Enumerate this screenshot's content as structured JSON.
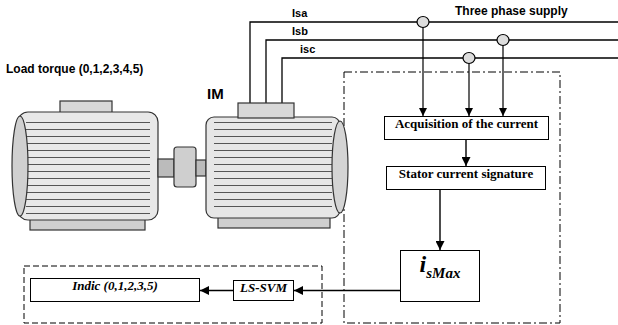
{
  "diagram": {
    "nodes": [
      {
        "text": [
          "Acquisition of the current"
        ]
      },
      {
        "text": [
          "Stator current signature"
        ]
      },
      {
        "text": [
          "i",
          "sMax"
        ]
      },
      {
        "text": [
          "LS-SVM"
        ]
      },
      {
        "text": [
          "Indic (0,1,2,3,5)"
        ]
      }
    ],
    "edges": [
      {
        "from": 0,
        "to": 1,
        "arrow": "to"
      },
      {
        "from": 1,
        "to": 2,
        "arrow": "to"
      },
      {
        "from": 2,
        "to": 3,
        "arrow": "to"
      },
      {
        "from": 3,
        "to": 4,
        "arrow": "to"
      }
    ],
    "labels": [
      "Three phase supply",
      "Isa",
      "Isb",
      "isc",
      "Load torque (0,1,2,3,4,5)",
      "IM"
    ]
  }
}
